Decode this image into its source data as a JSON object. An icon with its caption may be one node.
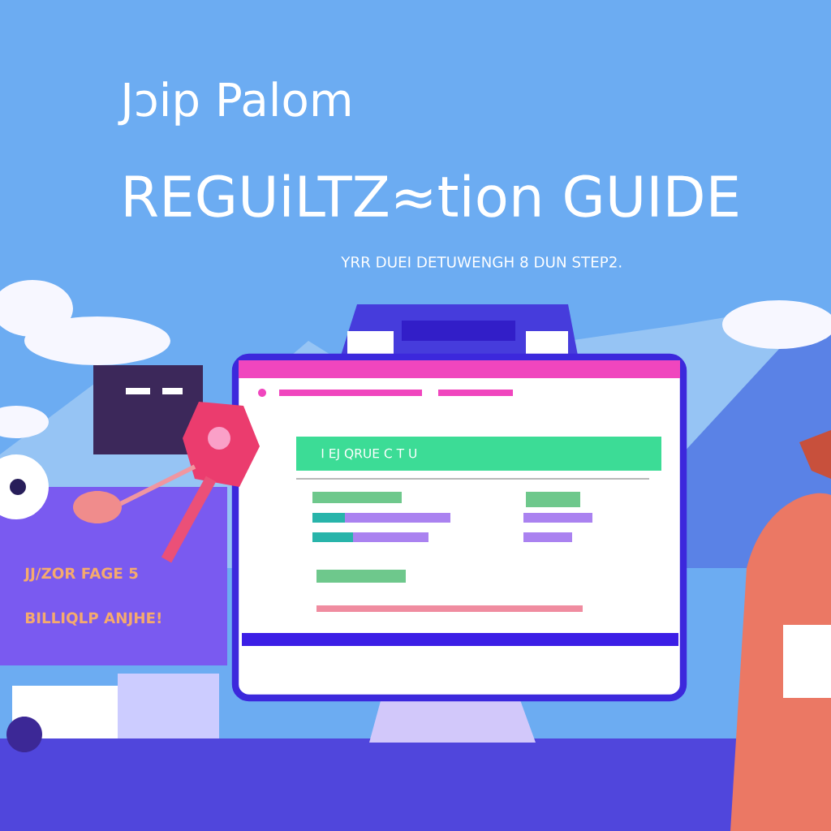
{
  "diagram": {
    "title": "Jɔip Palom",
    "labels": [
      "REGUiLTZ≈tion GUIDE",
      "YRR DUEI DETUWENGH 8 DUN STEP2.",
      "I EJ QRUE C T U",
      "JJ/ZOR FAGE 5",
      "BILLIQLP ANJHE!"
    ]
  }
}
